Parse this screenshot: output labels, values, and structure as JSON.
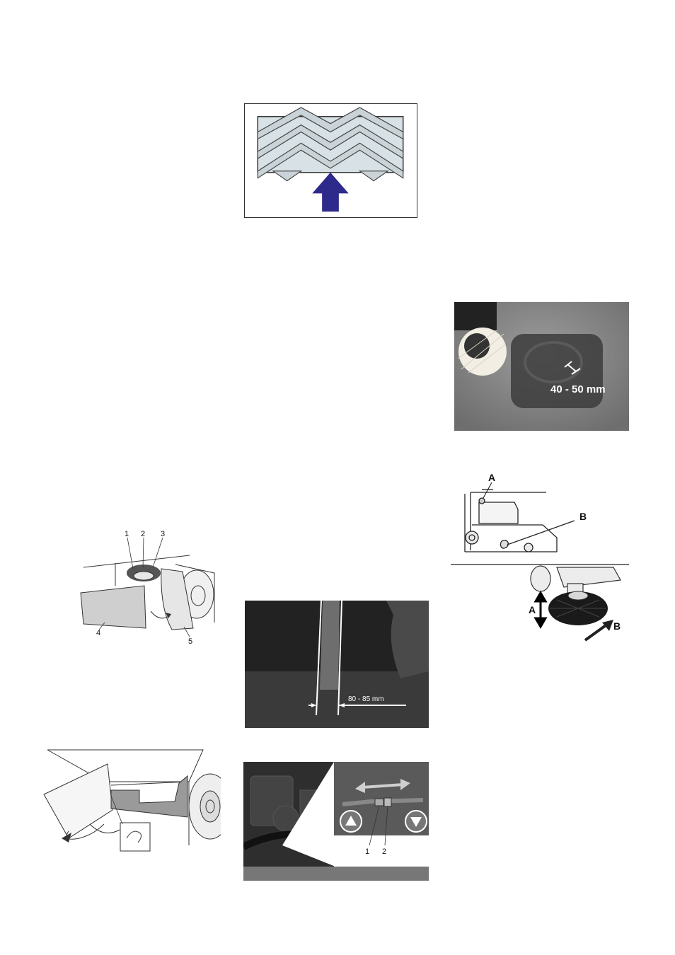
{
  "figures": {
    "chevron_filter": {
      "arrow_color": "#2e2a8c"
    },
    "brush_pattern": {
      "measurement": "40 - 50 mm"
    },
    "side_brush_adjust": {
      "label_a_top": "A",
      "label_b_top": "B",
      "label_a_bottom": "A",
      "label_b_bottom": "B"
    },
    "brush_cover": {
      "callouts": [
        "1",
        "2",
        "3",
        "4",
        "5"
      ]
    },
    "main_brush_pattern": {
      "measurement": "80 - 85 mm"
    },
    "flap_removal": {},
    "linkage_adjust": {
      "callouts": [
        "1",
        "2"
      ]
    }
  }
}
